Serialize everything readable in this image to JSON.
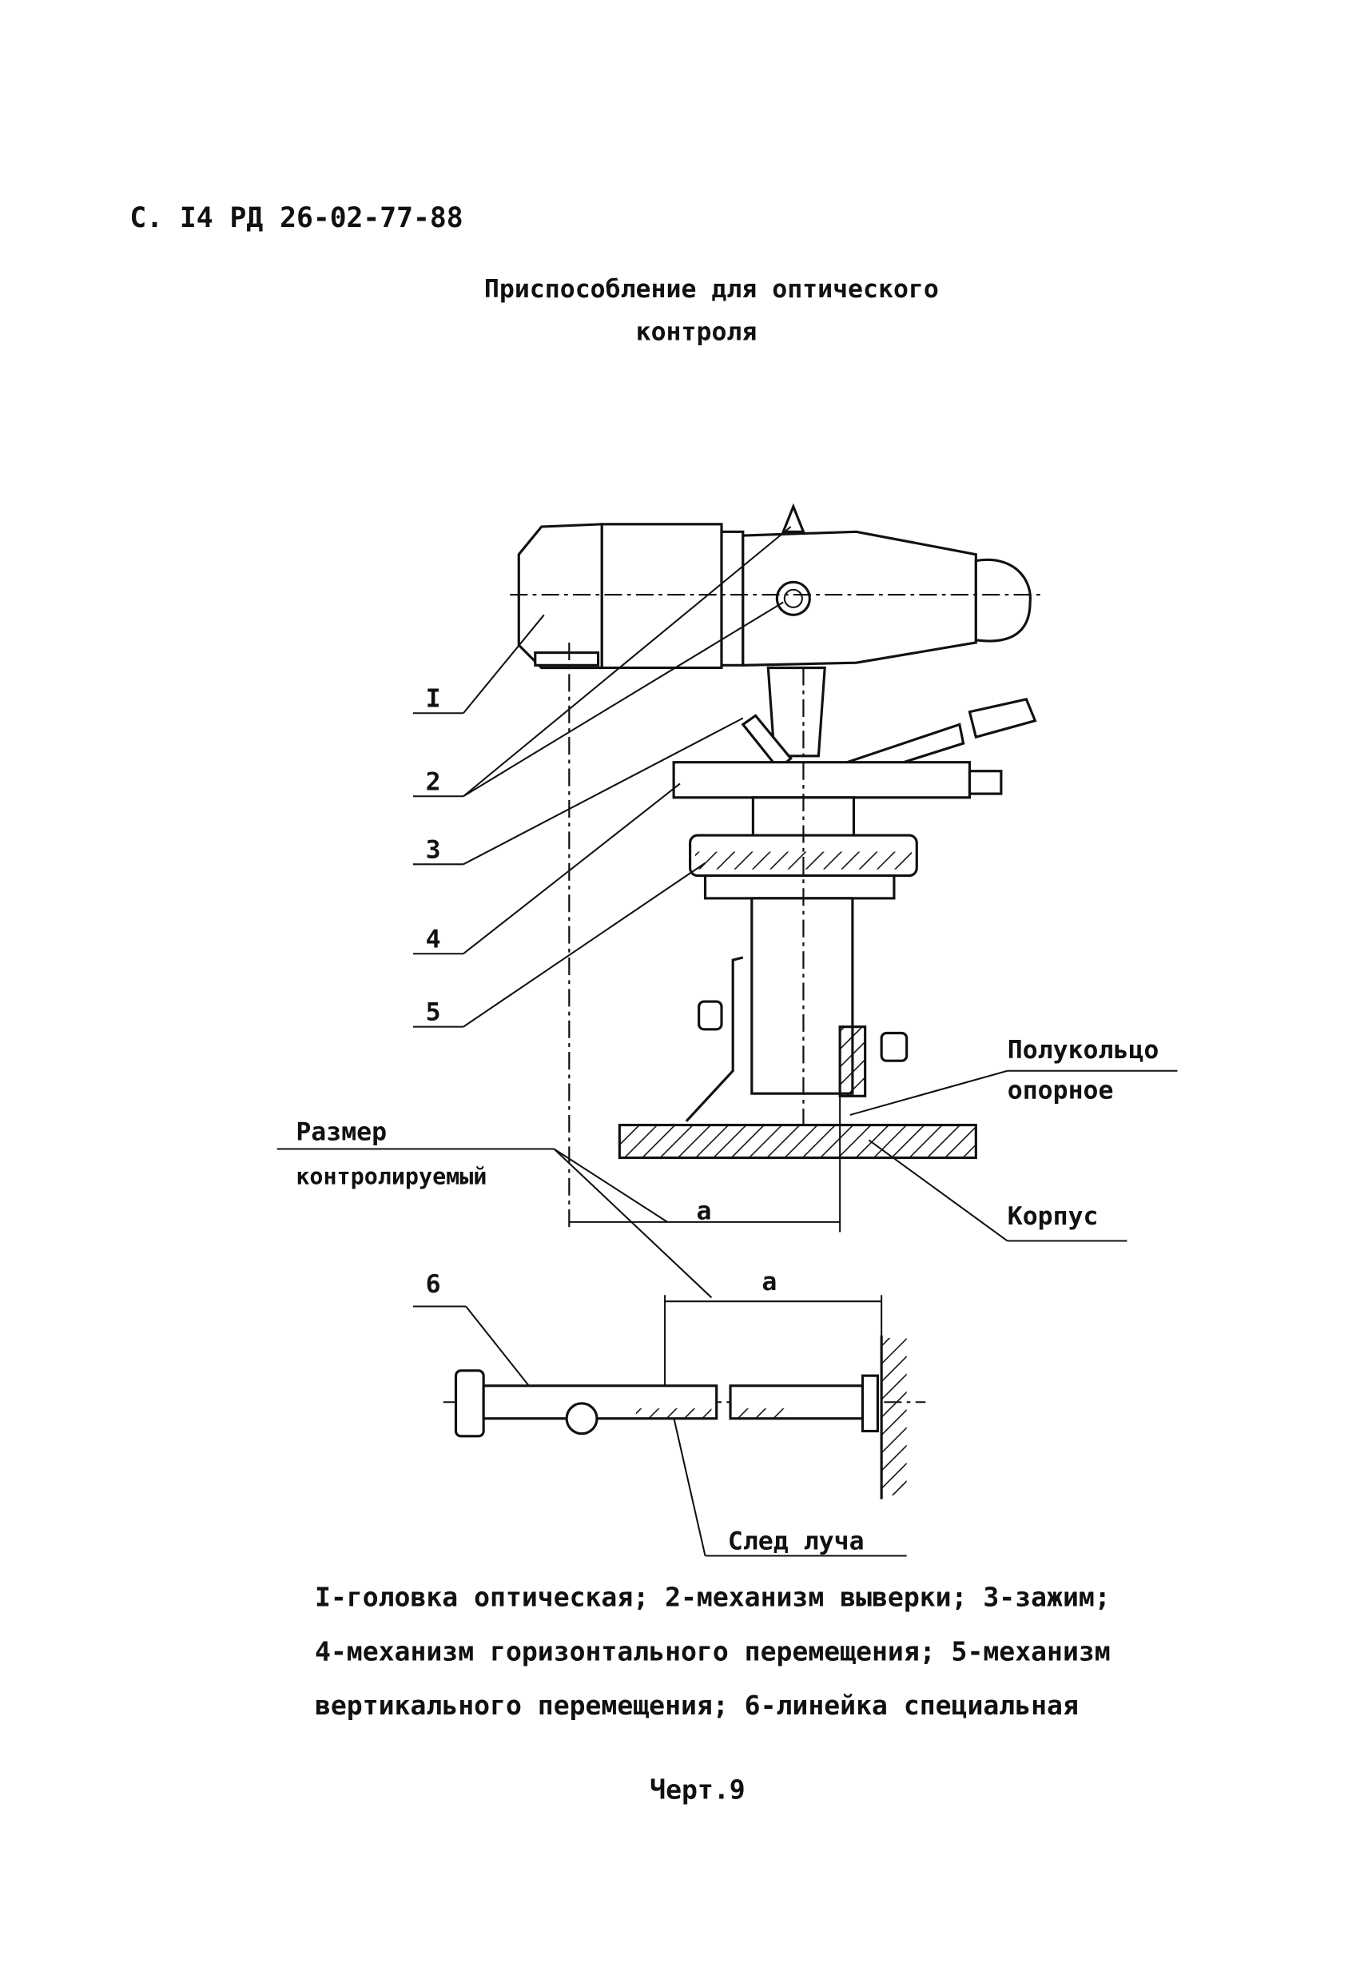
{
  "header": "С. I4 РД 26-02-77-88",
  "title": [
    "Приспособление для оптического",
    "контроля"
  ],
  "callouts": {
    "n1": "I",
    "n2": "2",
    "n3": "3",
    "n4": "4",
    "n5": "5",
    "n6": "6",
    "half_ring": [
      "Полукольцо",
      "опорное"
    ],
    "housing": "Корпус",
    "size": [
      "Размер",
      "контролируемый"
    ],
    "a1": "a",
    "a2": "a",
    "beam_trace": "След луча"
  },
  "caption": [
    "I-головка оптическая; 2-механизм выверки; 3-зажим;",
    "4-механизм горизонтального перемещения; 5-механизм",
    "вертикального перемещения; 6-линейка специальная"
  ],
  "figure_label": "Черт.9"
}
